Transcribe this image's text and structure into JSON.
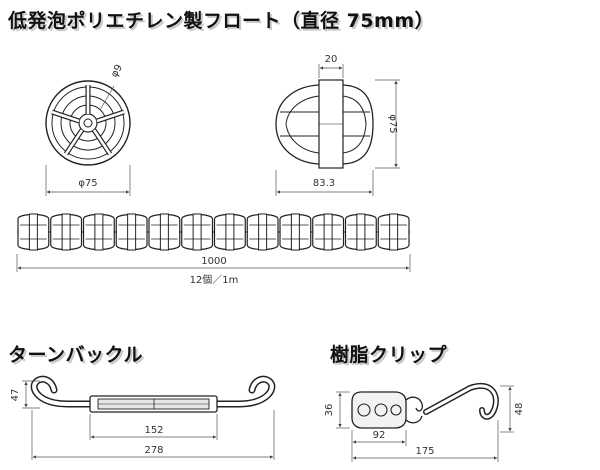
{
  "headings": {
    "float": "低発泡ポリエチレン製フロート（直径 75mm）",
    "turnbuckle": "ターンバックル",
    "clip": "樹脂クリップ"
  },
  "float_dims": {
    "hole_dia": "φ9",
    "front_dia": "φ75",
    "side_width_top": "20",
    "side_dia": "φ75",
    "side_length": "83.3"
  },
  "chain_dims": {
    "length": "1000",
    "count": "12個／1m"
  },
  "turnbuckle_dims": {
    "height": "47",
    "body_length": "152",
    "total_length": "278"
  },
  "clip_dims": {
    "height_left": "36",
    "height_right": "48",
    "body_length": "92",
    "total_length": "175"
  }
}
